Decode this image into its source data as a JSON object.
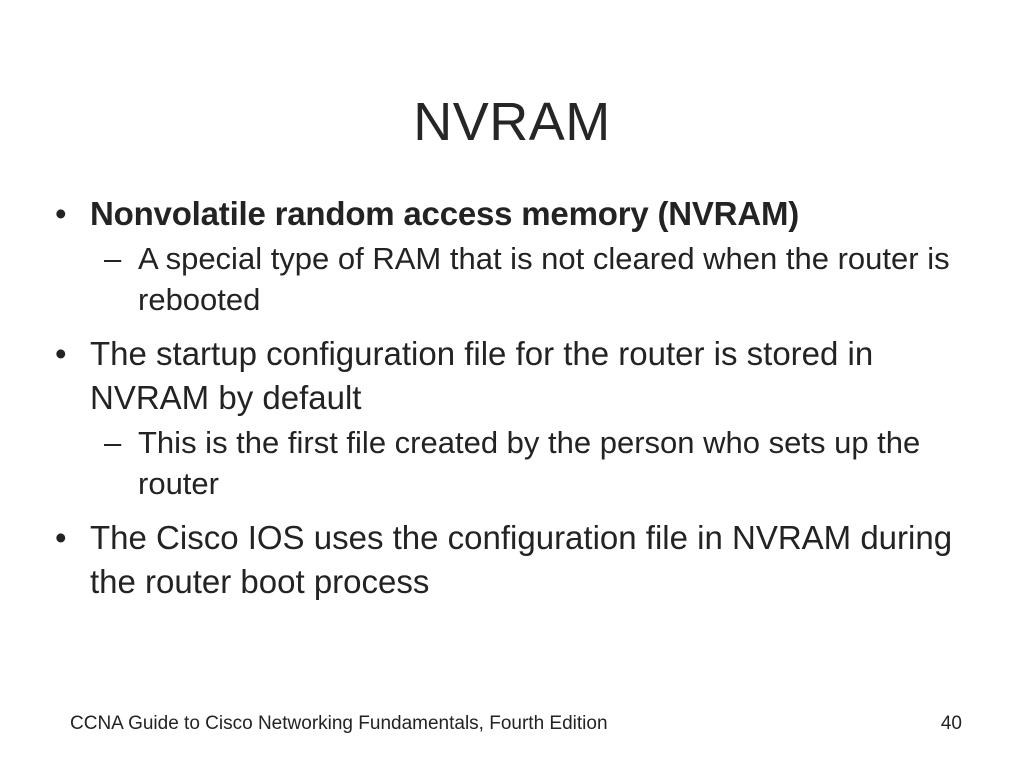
{
  "slide": {
    "title": "NVRAM",
    "background_color": "#ffffff",
    "text_color": "#232323",
    "bullet_marker": "•",
    "sub_bullet_marker": "–",
    "content": [
      {
        "text": "Nonvolatile random access memory (NVRAM)",
        "bold": true,
        "children": [
          {
            "text": "A special type of RAM that is not cleared when the router is rebooted"
          }
        ]
      },
      {
        "text": "The startup configuration file for the router is stored in NVRAM by default",
        "bold": false,
        "children": [
          {
            "text": "This is the first file created by the person who sets up the router"
          }
        ]
      },
      {
        "text": "The Cisco IOS uses the configuration file in NVRAM during the router boot process",
        "bold": false,
        "children": []
      }
    ]
  },
  "footer": {
    "source": "CCNA Guide to Cisco Networking Fundamentals, Fourth Edition",
    "page_number": "40"
  }
}
